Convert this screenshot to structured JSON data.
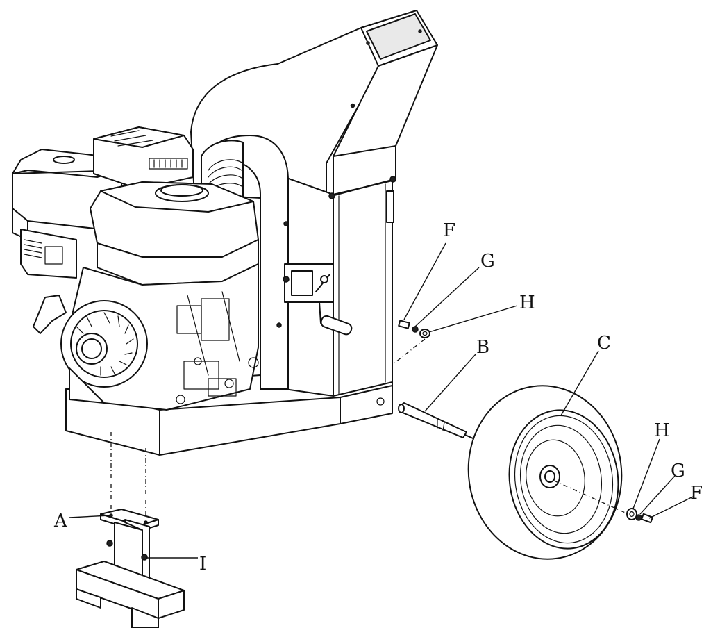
{
  "labels": {
    "a": "A",
    "b": "B",
    "c": "C",
    "f_upper": "F",
    "g_upper": "G",
    "h_upper": "H",
    "h_lower": "H",
    "g_lower": "G",
    "f_lower": "F",
    "i": "I"
  },
  "colors": {
    "line": "#111111",
    "background": "#ffffff",
    "shade": "#e9e9e9"
  }
}
